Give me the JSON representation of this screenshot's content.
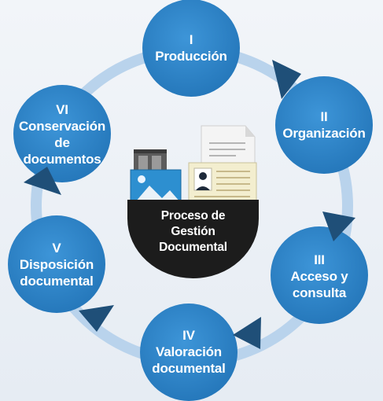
{
  "diagram": {
    "center": {
      "lines": [
        "Proceso de",
        "Gestión",
        "Documental"
      ]
    },
    "stages": [
      {
        "lines": [
          "I",
          "Producción"
        ]
      },
      {
        "lines": [
          "II",
          "Organización"
        ]
      },
      {
        "lines": [
          "III",
          "Acceso y",
          "consulta"
        ]
      },
      {
        "lines": [
          "IV",
          "Valoración",
          "documental"
        ]
      },
      {
        "lines": [
          "V",
          "Disposición",
          "documental"
        ]
      },
      {
        "lines": [
          "VI",
          "Conservación",
          "de",
          "documentos"
        ]
      }
    ]
  },
  "colors": {
    "node": "#2f86cc",
    "ring": "#b9d3ec",
    "arrow": "#1f4f78",
    "center_bowl": "#1c1c1c"
  }
}
